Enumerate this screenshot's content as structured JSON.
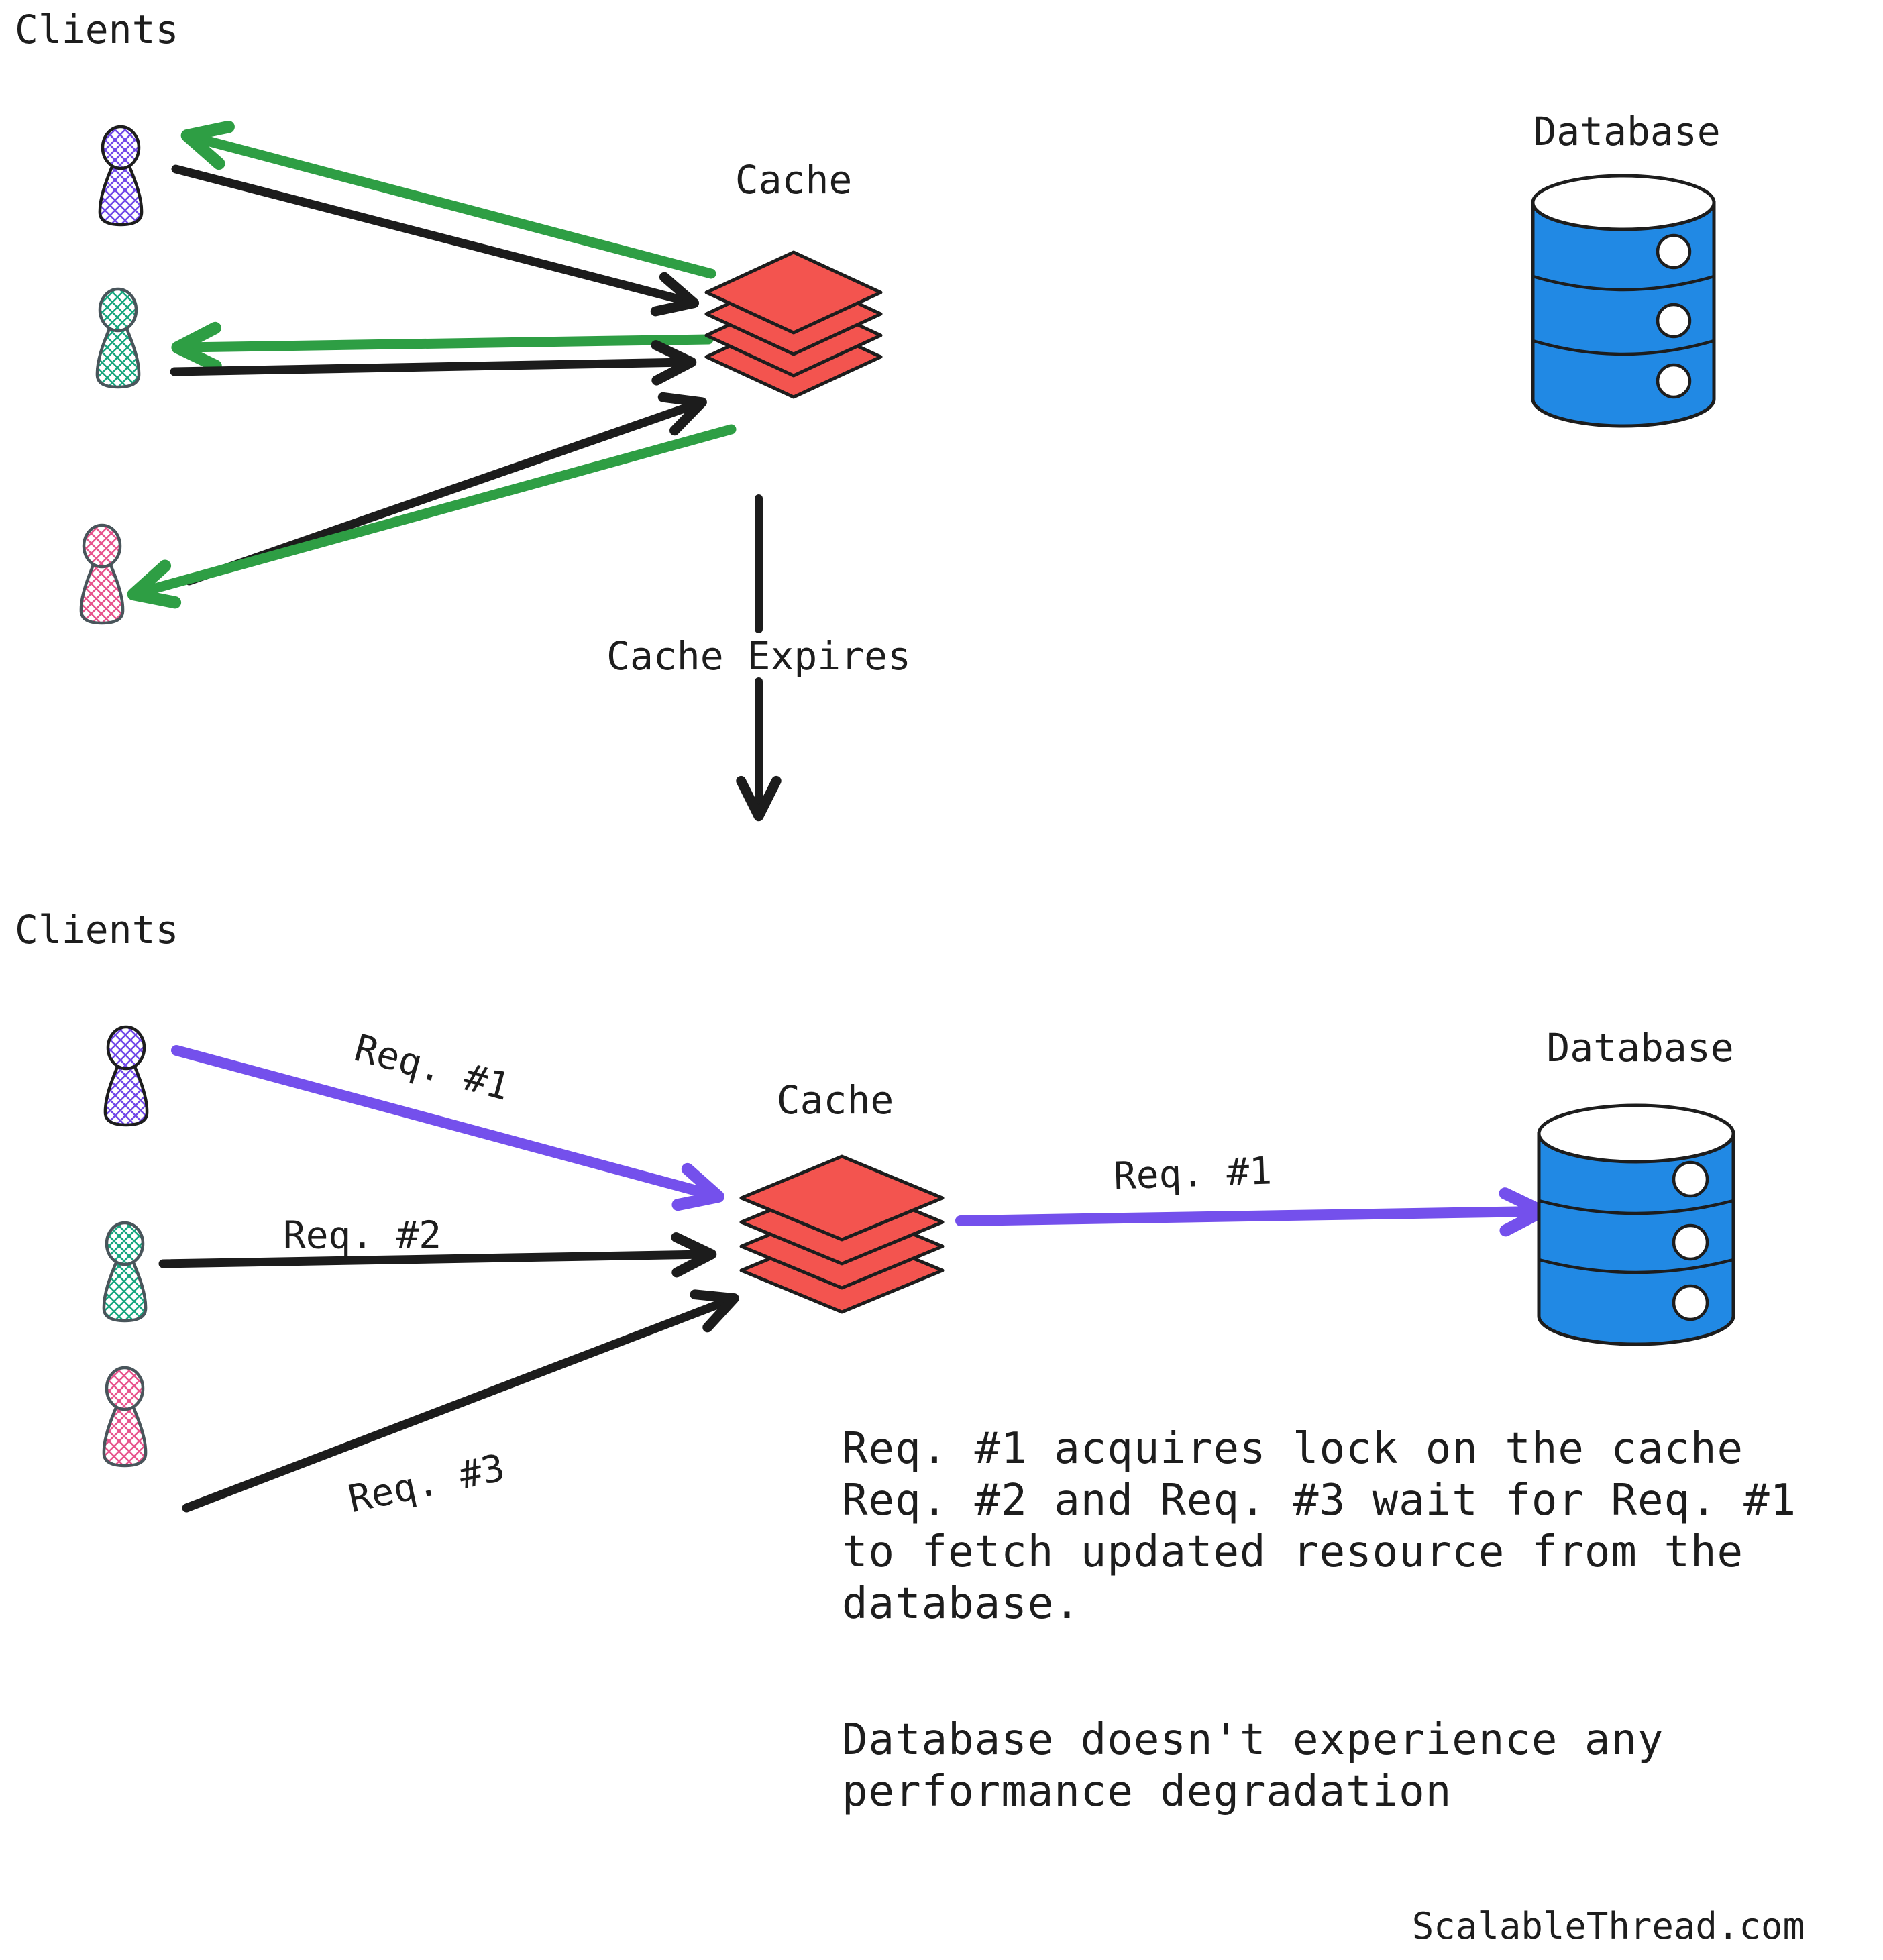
{
  "diagram": {
    "title_context": "cache stampede prevention with locking",
    "top": {
      "clients_label": "Clients",
      "cache_label": "Cache",
      "database_label": "Database"
    },
    "transition_label": "Cache Expires",
    "bottom": {
      "clients_label": "Clients",
      "cache_label": "Cache",
      "database_label": "Database",
      "req1_label": "Req. #1",
      "req1_db_label": "Req. #1",
      "req2_label": "Req. #2",
      "req3_label": "Req. #3",
      "note_lock": "Req. #1 acquires lock on the cache\nReq. #2 and Req. #3 wait for Req. #1\nto fetch updated resource from the\ndatabase.",
      "note_db": "Database doesn't experience any\nperformance degradation"
    },
    "footer": "ScalableThread.com",
    "icons": {
      "client": "pawn-figure",
      "cache": "layer-stack",
      "database": "cylinder"
    },
    "colors": {
      "cache_red": "#F3544F",
      "database_blue": "#2189E4",
      "arrow_green": "#2E9E44",
      "arrow_purple": "#7450EC",
      "arrow_black": "#1c1c1c",
      "client_purple": "#7048E8",
      "client_teal": "#16A67E",
      "client_pink": "#E8538C",
      "ink": "#1d1d1d"
    }
  }
}
